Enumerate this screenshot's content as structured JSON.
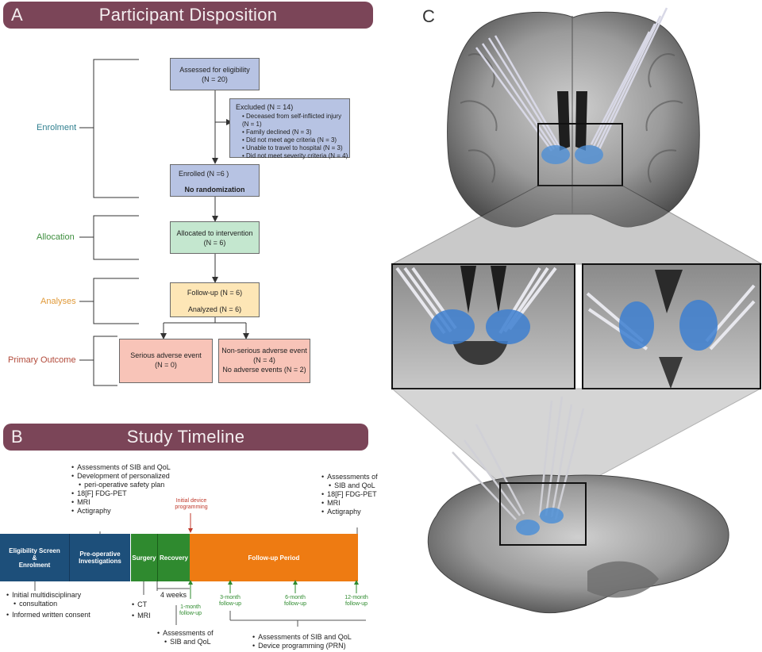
{
  "panelA": {
    "letter": "A",
    "title": "Participant Disposition",
    "stages": {
      "enrolment": "Enrolment",
      "allocation": "Allocation",
      "analyses": "Analyses",
      "primary_outcome": "Primary Outcome"
    },
    "stage_colors": {
      "enrolment": "#2f7f8f",
      "allocation": "#3f8f3f",
      "analyses": "#e09a3a",
      "primary_outcome": "#b24a3a"
    },
    "assessed": {
      "line1": "Assessed for eligibility",
      "line2": "(N = 20)"
    },
    "excluded": {
      "title": "Excluded (N = 14)",
      "items": [
        "Deceased from self-inflicted injury (N = 1)",
        "Family declined (N = 3)",
        "Did not meet age criteria (N = 3)",
        "Unable to travel to hospital (N = 3)",
        "Did not meet severity criteria (N = 4)"
      ]
    },
    "enrolled": {
      "line1": "Enrolled (N =6 )",
      "line2": "No randomization"
    },
    "allocated": {
      "line1": "Allocated to intervention",
      "line2": "(N = 6)"
    },
    "followup": {
      "line1": "Follow-up (N = 6)",
      "line2": "Analyzed (N = 6)"
    },
    "serious": {
      "line1": "Serious adverse event",
      "line2": "(N = 0)"
    },
    "nonserious": {
      "line1": "Non-serious adverse event",
      "line2": "(N = 4)",
      "line3": "No adverse events (N = 2)"
    }
  },
  "panelB": {
    "letter": "B",
    "title": "Study Timeline",
    "pre_op_bullets": [
      "Assessments of SIB and QoL",
      "Development of personalized",
      "peri-operative safety plan",
      "18[F] FDG-PET",
      "MRI",
      "Actigraphy"
    ],
    "end_bullets": [
      "Assessments of",
      "SIB and QoL",
      "18[F] FDG-PET",
      "MRI",
      "Actigraphy"
    ],
    "initial_programming": {
      "line1": "Initial device",
      "line2": "programming"
    },
    "segments": [
      {
        "label1": "Eligibility Screen",
        "label2": "&",
        "label3": "Enrolment",
        "color": "#1d4f7a"
      },
      {
        "label1": "Pre-operative",
        "label2": "Investigations",
        "color": "#1d4f7a"
      },
      {
        "label1": "Surgery",
        "color": "#2f8a2f"
      },
      {
        "label1": "Recovery",
        "color": "#2f8a2f"
      },
      {
        "label1": "Follow-up Period",
        "color": "#ee7b12"
      }
    ],
    "below_left": [
      "Initial multidisciplinary",
      "consultation",
      "Informed written consent"
    ],
    "below_surgery": [
      "CT",
      "MRI"
    ],
    "four_weeks": "4 weeks",
    "one_month": {
      "line1": "1-month",
      "line2": "follow-up"
    },
    "three_month": {
      "line1": "3-month",
      "line2": "follow-up"
    },
    "six_month": {
      "line1": "6-month",
      "line2": "follow-up"
    },
    "twelve_month": {
      "line1": "12-month",
      "line2": "follow-up"
    },
    "below_recovery": [
      "Assessments of",
      "SIB and QoL"
    ],
    "below_followup": [
      "Assessments of SIB and QoL",
      "Device programming (PRN)"
    ]
  },
  "panelC": {
    "letter": "C"
  }
}
